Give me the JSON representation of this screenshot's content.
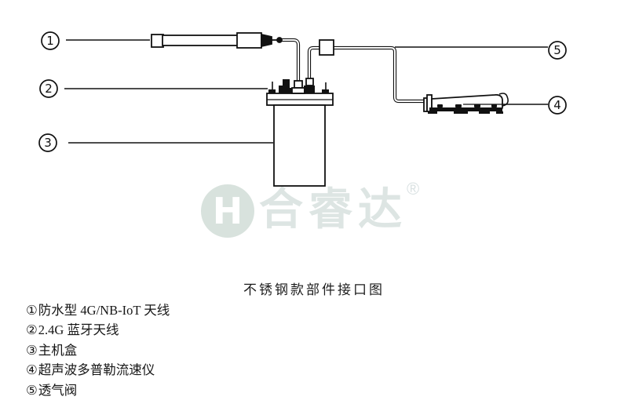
{
  "page": {
    "background": "#ffffff",
    "ink_color": "#111111"
  },
  "watermark": {
    "logo_letter": "H",
    "brand_text": "合睿达",
    "registered_mark": "®",
    "text_color": "#dde5e3",
    "logo_color": "#d8e2dd"
  },
  "caption": {
    "text": "不锈钢款部件接口图"
  },
  "diagram": {
    "callouts": [
      {
        "number": "1",
        "target": "waterproof-4g-nb-iot-antenna"
      },
      {
        "number": "2",
        "target": "2.4g-bluetooth-antenna"
      },
      {
        "number": "3",
        "target": "main-unit-box"
      },
      {
        "number": "4",
        "target": "ultrasonic-doppler-flow-meter"
      },
      {
        "number": "5",
        "target": "vent-valve"
      }
    ]
  },
  "legend": {
    "items": [
      {
        "marker": "①",
        "label": "防水型 4G/NB-IoT 天线"
      },
      {
        "marker": "②",
        "label": "2.4G 蓝牙天线"
      },
      {
        "marker": "③",
        "label": "主机盒"
      },
      {
        "marker": "④",
        "label": "超声波多普勒流速仪"
      },
      {
        "marker": "⑤",
        "label": "透气阀"
      }
    ]
  }
}
